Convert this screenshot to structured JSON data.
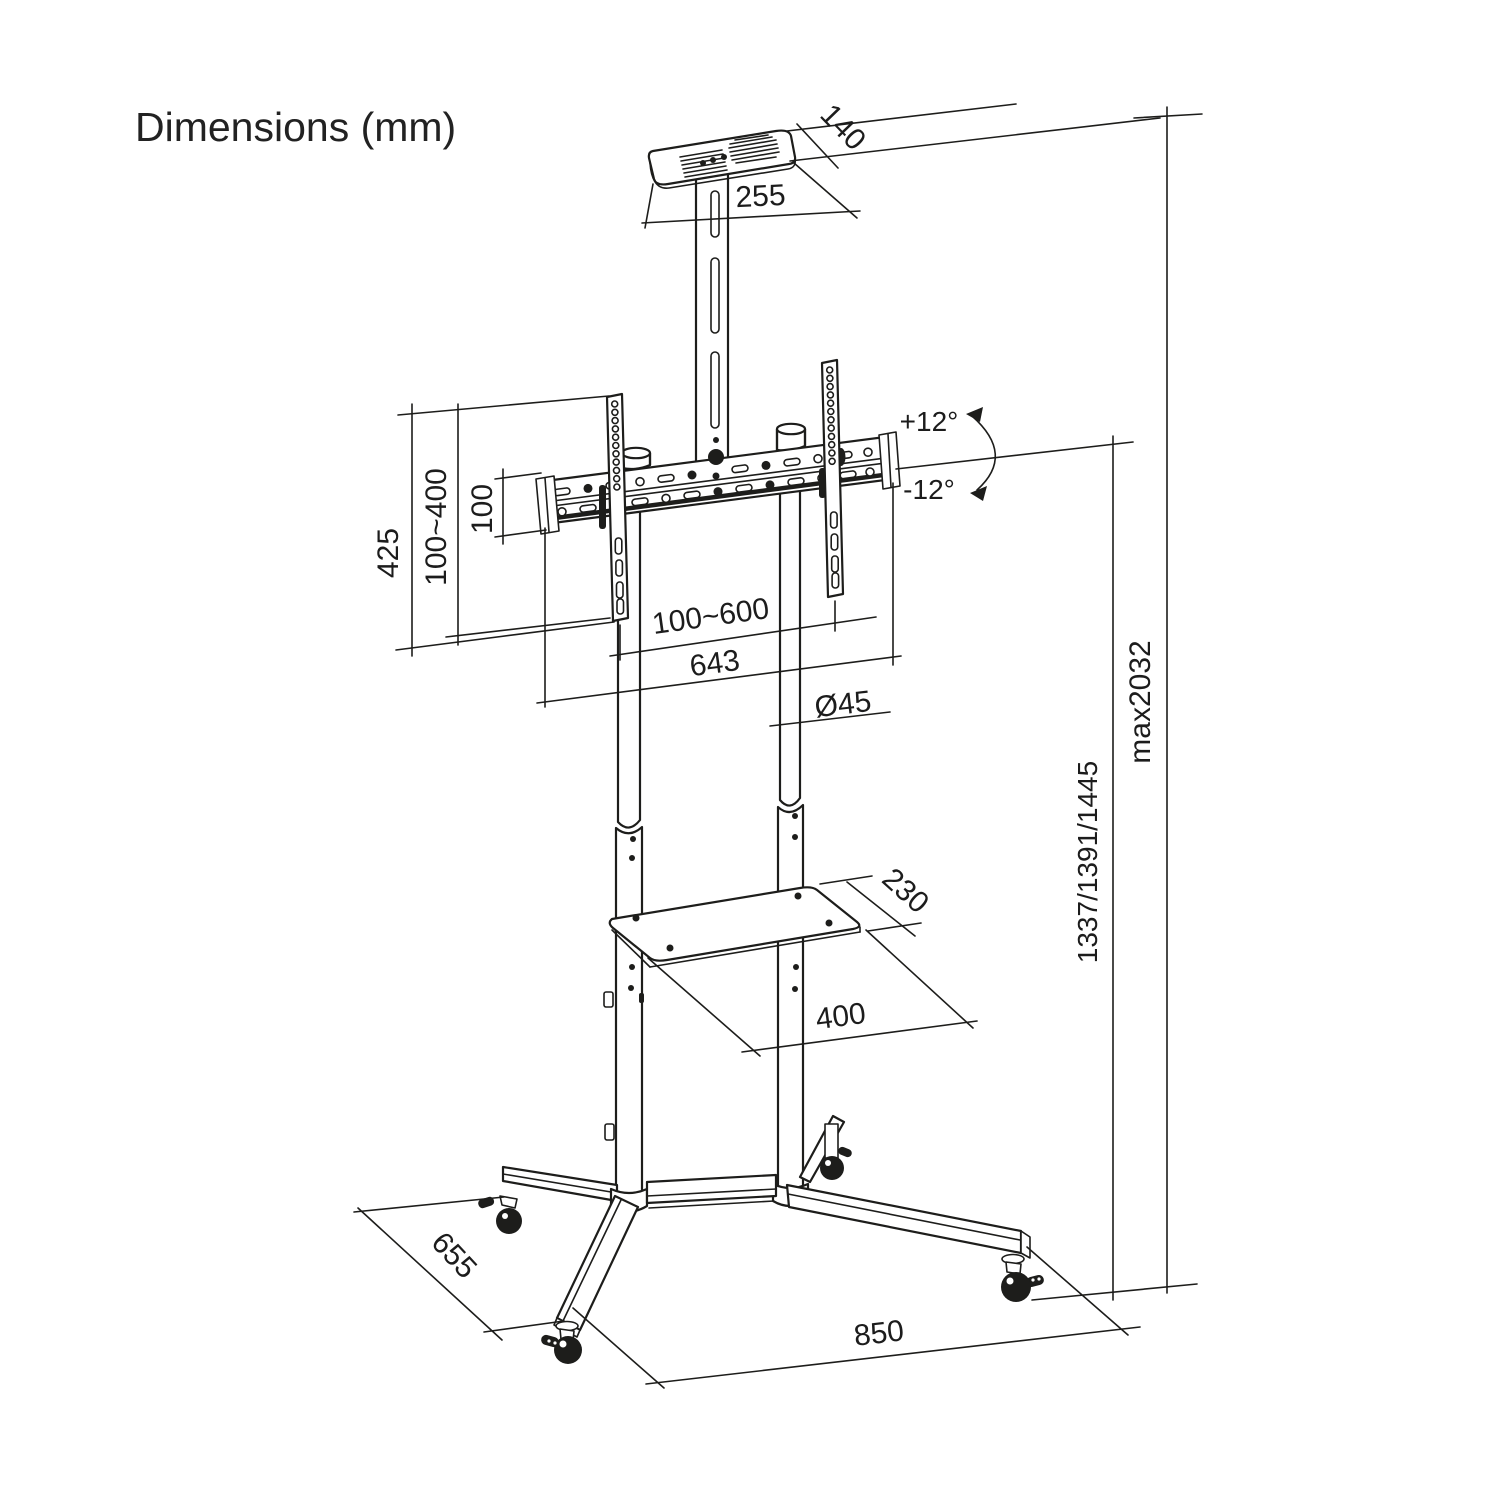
{
  "title": "Dimensions (mm)",
  "colors": {
    "line": "#1d1d1b",
    "background": "#ffffff"
  },
  "dimensions": {
    "top_plate_depth": "140",
    "top_plate_width": "255",
    "bracket_height": "425",
    "vesa_vertical_range": "100~400",
    "vesa_square": "100",
    "tilt_up": "+12°",
    "tilt_down": "-12°",
    "vesa_horizontal_range": "100~600",
    "bracket_width": "643",
    "pole_diameter": "Ø45",
    "shelf_depth": "230",
    "shelf_width": "400",
    "base_depth": "655",
    "base_width": "850",
    "column_height_options": "1337/1391/1445",
    "max_height": "max2032"
  }
}
